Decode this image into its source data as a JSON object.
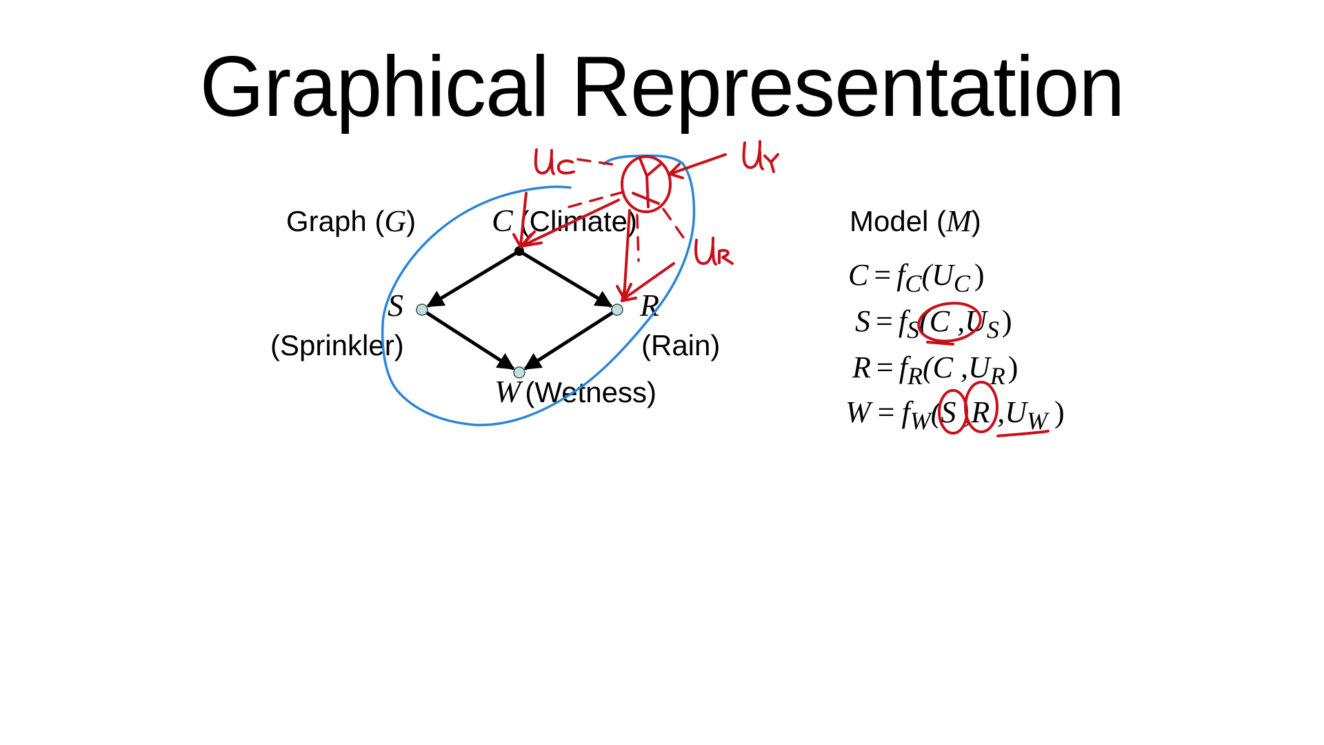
{
  "slide": {
    "title": "Graphical Representation"
  },
  "graph": {
    "heading_prefix": "Graph (",
    "heading_symbol": "G",
    "heading_suffix": ")",
    "nodes": {
      "C": {
        "symbol": "C",
        "label": "(Climate)"
      },
      "S": {
        "symbol": "S",
        "label": "(Sprinkler)"
      },
      "R": {
        "symbol": "R",
        "label": "(Rain)"
      },
      "W": {
        "symbol": "W",
        "label": "(Wetness)"
      }
    },
    "edges": [
      {
        "from": "C",
        "to": "S"
      },
      {
        "from": "C",
        "to": "R"
      },
      {
        "from": "S",
        "to": "W"
      },
      {
        "from": "R",
        "to": "W"
      }
    ],
    "node_fill": "#bfe0e3",
    "root_fill": "#000000"
  },
  "model": {
    "heading_prefix": "Model (",
    "heading_symbol": "M",
    "heading_suffix": ")",
    "equations": [
      {
        "lhs": "C",
        "f_sub": "C",
        "args": "(U",
        "u_sub": "C",
        "close": ")",
        "full": "C = f_C(U_C)"
      },
      {
        "lhs": "S",
        "f_sub": "S",
        "args": "(C ,U",
        "u_sub": "S",
        "close": ")",
        "full": "S = f_S(C, U_S)"
      },
      {
        "lhs": "R",
        "f_sub": "R",
        "args": "(C ,U",
        "u_sub": "R",
        "close": ")",
        "full": "R = f_R(C, U_R)"
      },
      {
        "lhs": "W",
        "f_sub": "W",
        "args": "(S ,R ,U",
        "u_sub": "W",
        "close": ")",
        "full": "W = f_W(S, R, U_W)"
      }
    ]
  },
  "annotations": {
    "handwritten_labels": [
      {
        "main": "u",
        "sub": "c",
        "meaning": "U_C"
      },
      {
        "main": "u",
        "sub": "Y",
        "meaning": "U_Y"
      },
      {
        "main": "u",
        "sub": "R",
        "meaning": "U_R"
      }
    ],
    "red_ink": "#c8101a",
    "blue_ink": "#2a85d8"
  }
}
